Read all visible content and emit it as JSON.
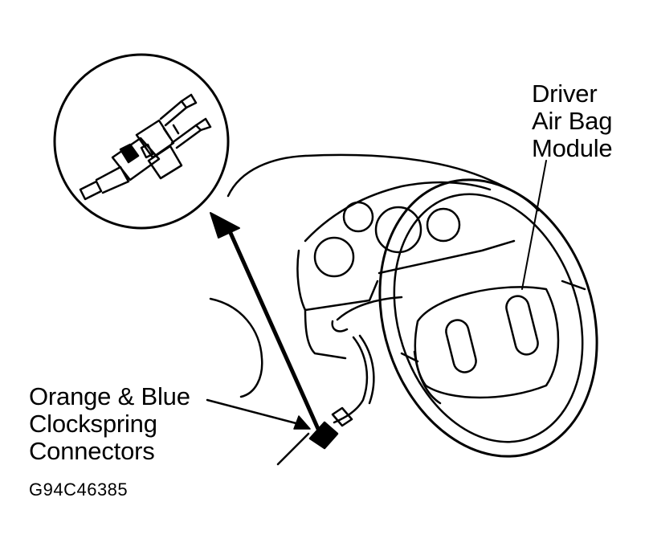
{
  "labels": {
    "driver_air_bag": [
      "Driver",
      "Air Bag",
      "Module"
    ],
    "clockspring": [
      "Orange & Blue",
      "Clockspring",
      "Connectors"
    ]
  },
  "figure_code": "G94C46385",
  "colors": {
    "line": "#000000",
    "background": "#ffffff"
  }
}
